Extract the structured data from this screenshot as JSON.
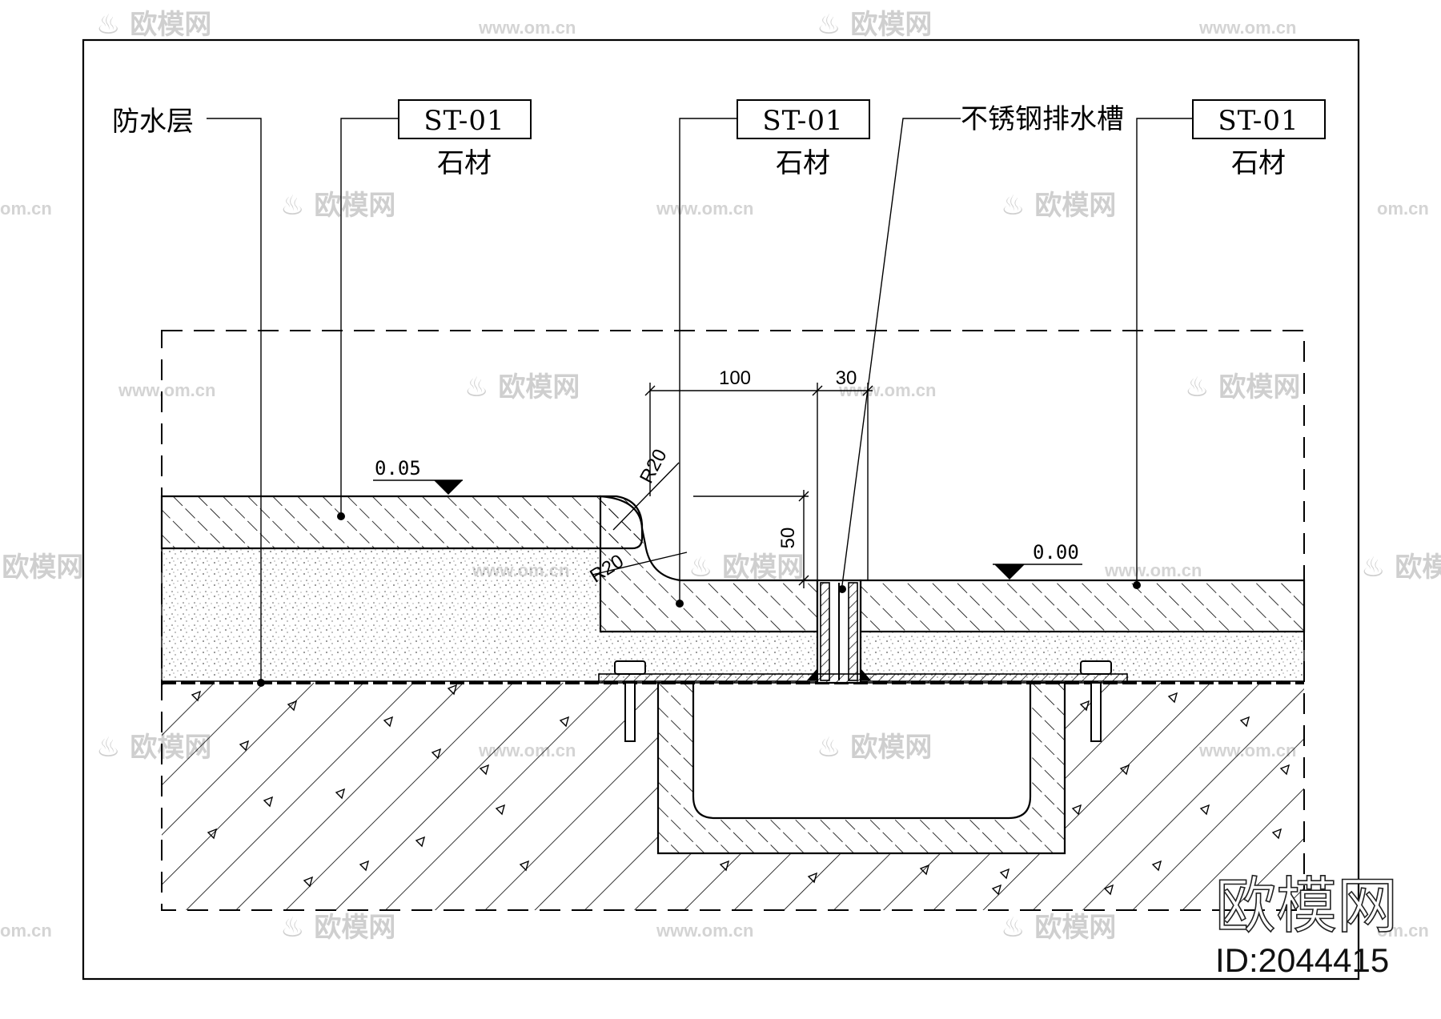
{
  "labels": {
    "waterproof_layer": "防水层",
    "drain": "不锈钢排水槽",
    "callouts": [
      {
        "code": "ST-01",
        "material": "石材"
      },
      {
        "code": "ST-01",
        "material": "石材"
      },
      {
        "code": "ST-01",
        "material": "石材"
      }
    ]
  },
  "dimensions": {
    "width_100": "100",
    "width_30": "30",
    "height_50": "50",
    "radius_top": "R20",
    "radius_bottom": "R20"
  },
  "levels": {
    "left": "0.05",
    "right": "0.00"
  },
  "watermark": {
    "logo_text": "欧模网",
    "url": "www.om.cn",
    "url_short": "om.cn",
    "big_text": "欧模网",
    "id_text": "ID:2044415"
  }
}
